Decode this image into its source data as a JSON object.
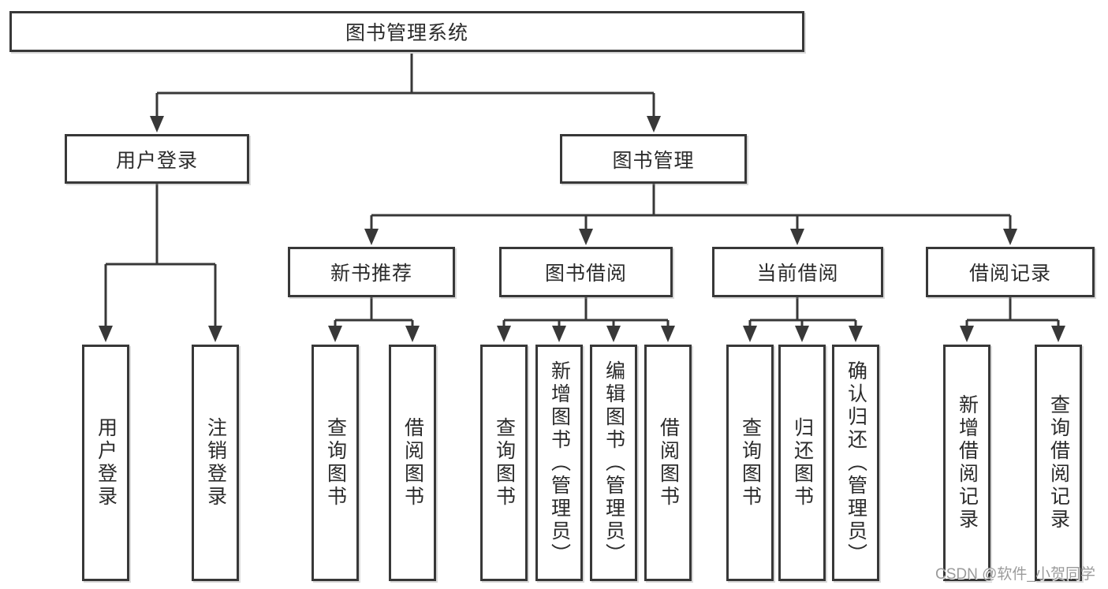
{
  "diagram": {
    "root": {
      "label": "图书管理系统"
    },
    "level2": [
      {
        "label": "用户登录"
      },
      {
        "label": "图书管理"
      }
    ],
    "level3": [
      {
        "label": "新书推荐"
      },
      {
        "label": "图书借阅"
      },
      {
        "label": "当前借阅"
      },
      {
        "label": "借阅记录"
      }
    ],
    "leaves": [
      {
        "label": "用户登录"
      },
      {
        "label": "注销登录"
      },
      {
        "label": "查询图书"
      },
      {
        "label": "借阅图书"
      },
      {
        "label": "查询图书"
      },
      {
        "label": "新增图书（管理员）"
      },
      {
        "label": "编辑图书（管理员）"
      },
      {
        "label": "借阅图书"
      },
      {
        "label": "查询图书"
      },
      {
        "label": "归还图书"
      },
      {
        "label": "确认归还（管理员）"
      },
      {
        "label": "新增借阅记录"
      },
      {
        "label": "查询借阅记录"
      }
    ],
    "watermark": "CSDN @软件_小贺同学",
    "colors": {
      "line": "#383838",
      "text": "#2b2b2b",
      "watermark": "#9b9b9b",
      "bg": "#ffffff"
    }
  }
}
